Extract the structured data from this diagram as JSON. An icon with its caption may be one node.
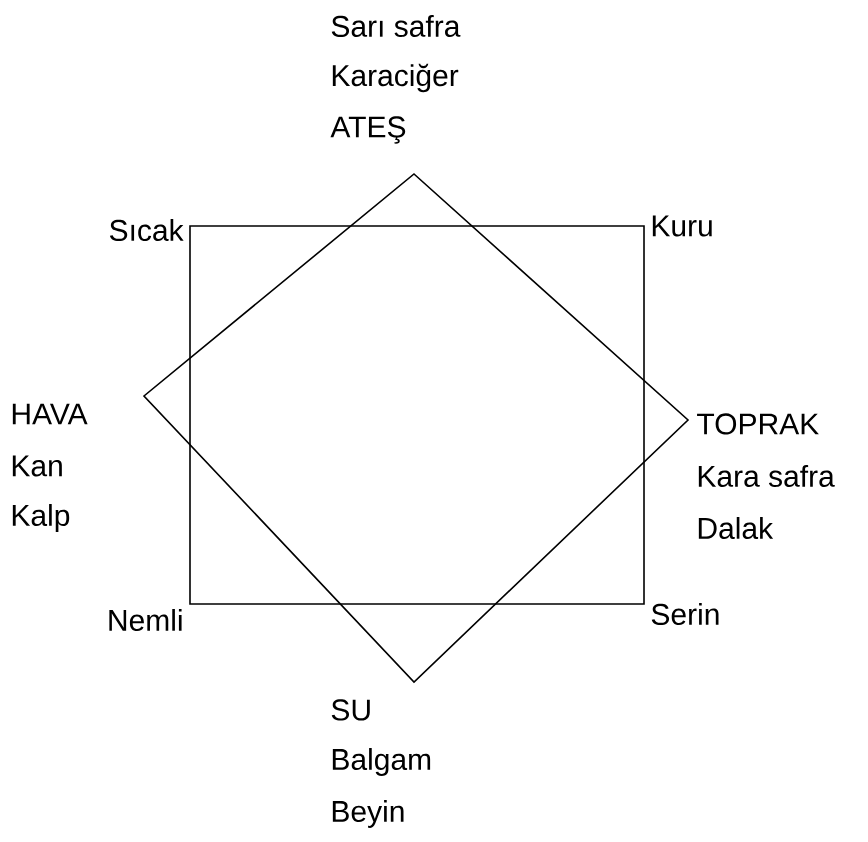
{
  "diagram": {
    "labels": [
      "Sarı safra",
      "Karaciğer",
      "ATEŞ",
      "Sıcak",
      "Kuru",
      "HAVA",
      "Kan",
      "Kalp",
      "TOPRAK",
      "Kara safra",
      "Dalak",
      "Nemli",
      "Serin",
      "SU",
      "Balgam",
      "Beyin"
    ]
  }
}
